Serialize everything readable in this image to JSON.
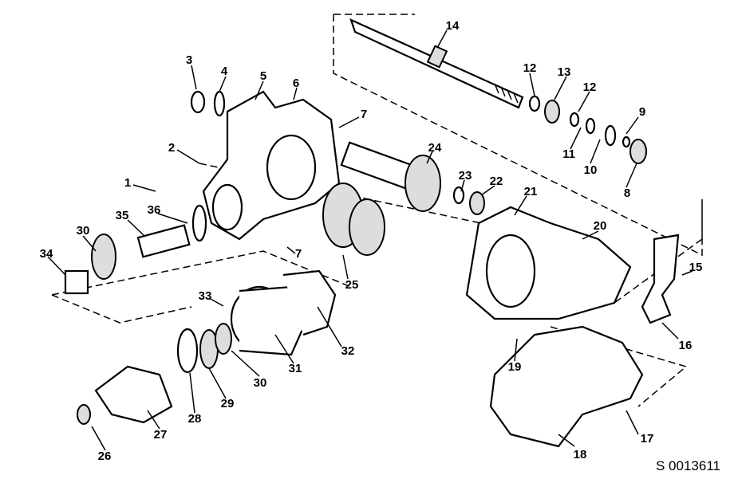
{
  "diagram": {
    "reference_number": "S 0013611",
    "callouts": [
      "1",
      "2",
      "3",
      "4",
      "5",
      "6",
      "7",
      "7",
      "8",
      "9",
      "10",
      "11",
      "12",
      "12",
      "13",
      "14",
      "15",
      "16",
      "17",
      "18",
      "19",
      "20",
      "21",
      "22",
      "23",
      "24",
      "25",
      "26",
      "27",
      "28",
      "29",
      "30",
      "30",
      "31",
      "32",
      "33",
      "34",
      "35",
      "36"
    ]
  }
}
